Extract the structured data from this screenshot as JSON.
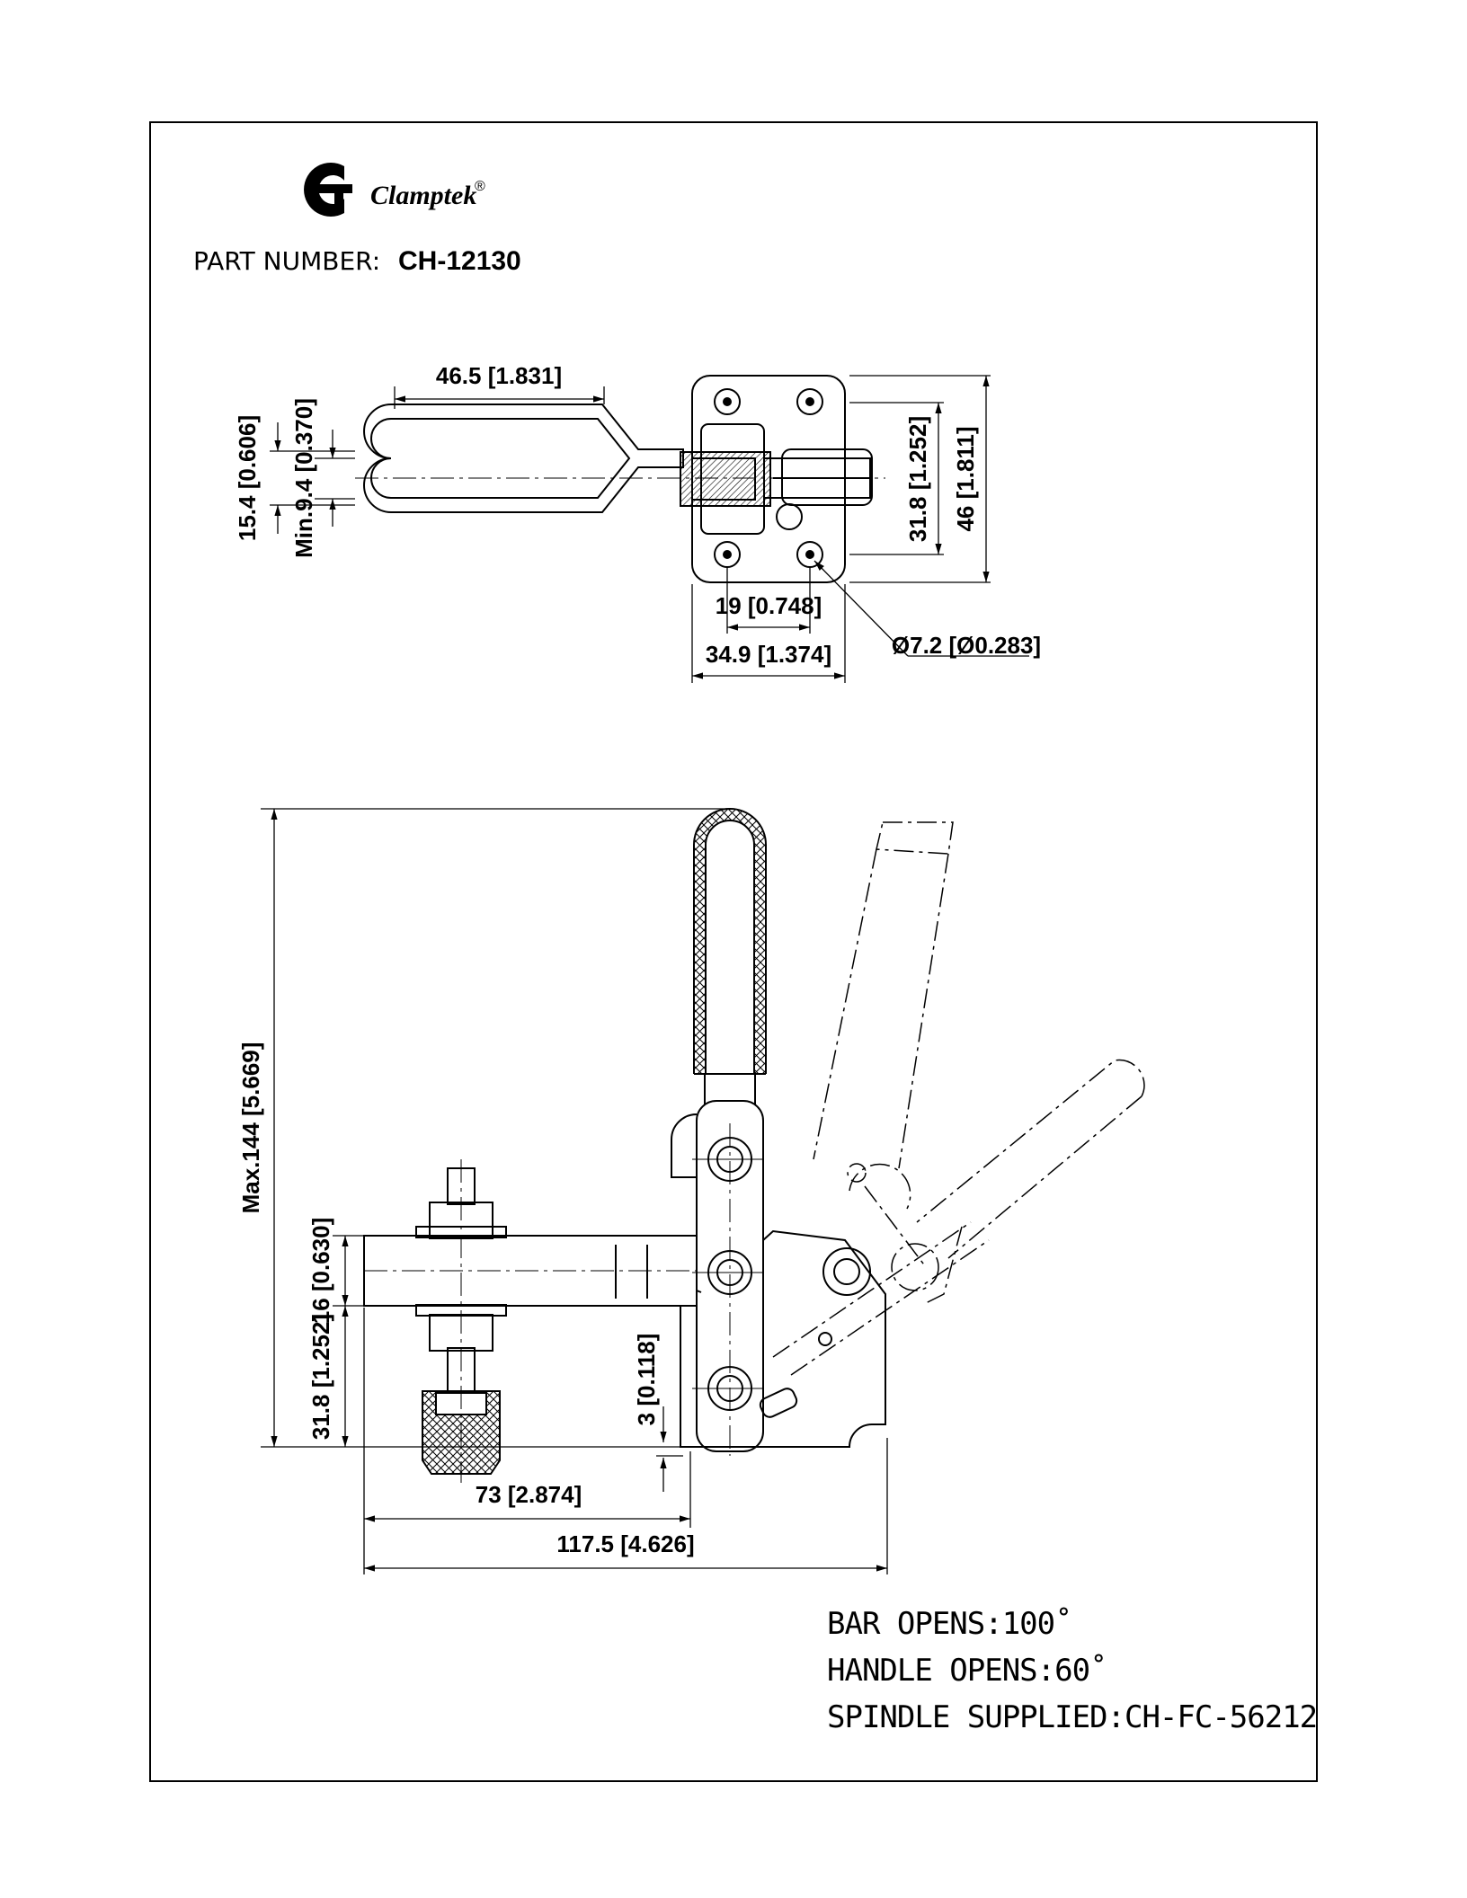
{
  "brand": {
    "name": "Clamptek",
    "registered_mark": "®",
    "logo_icon": "clamptek-cg-logo-icon"
  },
  "part": {
    "label": "PART  NUMBER:",
    "number": "CH-12130"
  },
  "top_view_dimensions": {
    "handle_length": "46.5 [1.831]",
    "handle_width": "15.4 [0.606]",
    "handle_min_width": "Min.9.4 [0.370]",
    "hole_spacing_y": "31.8 [1.252]",
    "base_height": "46 [1.811]",
    "hole_spacing_x": "19 [0.748]",
    "base_width": "34.9 [1.374]",
    "hole_diameter": "Ø7.2 [Ø0.283]"
  },
  "side_view_dimensions": {
    "max_height": "Max.144 [5.669]",
    "bar_thickness": "16 [0.630]",
    "bar_height": "31.8 [1.252]",
    "base_offset": "3 [0.118]",
    "bar_reach": "73 [2.874]",
    "overall_length": "117.5 [4.626]"
  },
  "notes": {
    "bar_opens": "BAR OPENS:100˚",
    "handle_opens": "HANDLE OPENS:60˚",
    "spindle": "SPINDLE SUPPLIED:CH-FC-56212"
  },
  "colors": {
    "ink": "#000000",
    "paper": "#ffffff"
  }
}
